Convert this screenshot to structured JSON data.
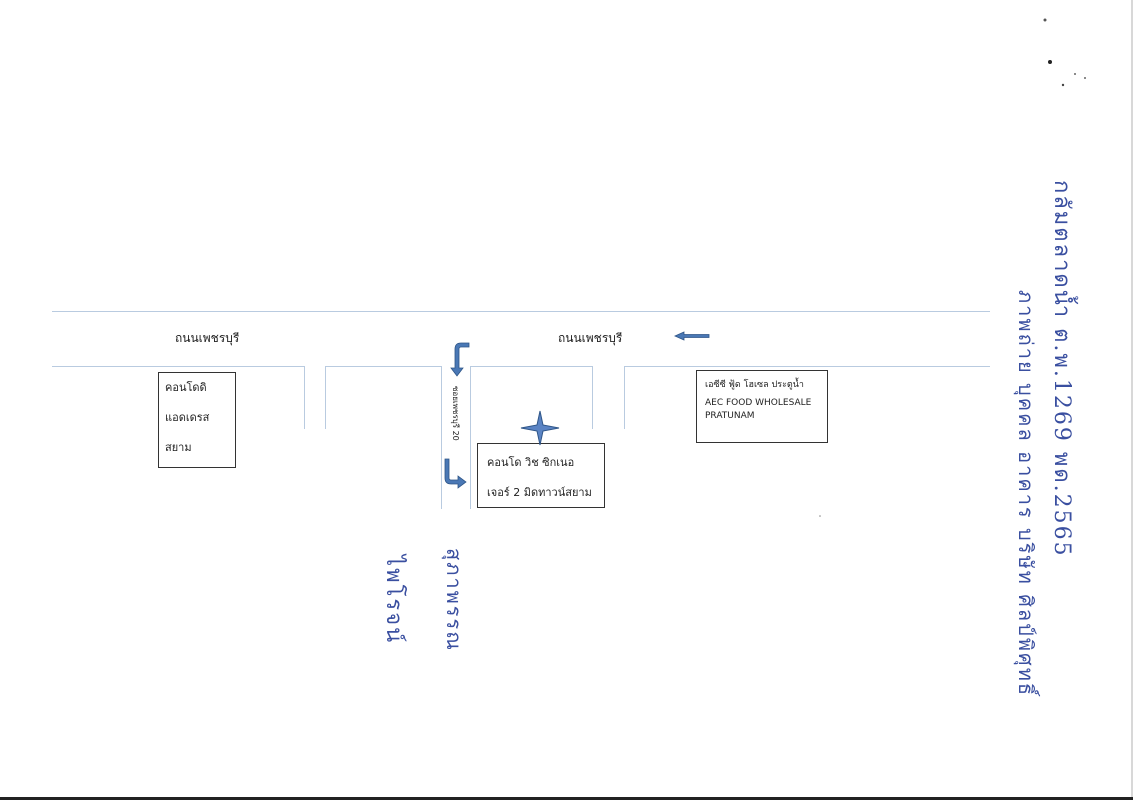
{
  "roads": {
    "main_road_left_label": "ถนนเพชรบุรี",
    "main_road_right_label": "ถนนเพชรบุรี",
    "soi_label": "ซอยเพชรบุรี 20"
  },
  "buildings": {
    "condo_left": [
      "คอนโดดิ",
      "แอดเดรส",
      "สยาม"
    ],
    "target_condo": [
      "คอนโด วิช ซิกเนอ",
      "เจอร์ 2 มิดทาวน์สยาม"
    ],
    "aec_food": [
      "เอซีซี ฟู้ด โฮเซล ประตูน้ำ",
      "AEC FOOD WHOLESALE",
      "PRATUNAM"
    ]
  },
  "annotations": {
    "handwriting_right_1": "กลัมตลาดน้ำ ต.พ.1269 พด.2565",
    "handwriting_right_2": "ภาพถ่าย บุคคล อาคาร บริษัท ศิลป์พิศุทธิ์",
    "handwriting_mid_1": "สุภาพรรณ",
    "handwriting_mid_2": "ไพโรจน์"
  },
  "colors": {
    "road_line": "#b9cbe0",
    "arrow_fill": "#4a78b5",
    "arrow_stroke": "#2f5688",
    "ink": "#3a4fa0"
  },
  "icons": {
    "location_marker": "four-point-star-icon",
    "direction_arrow": "left-arrow-icon"
  }
}
